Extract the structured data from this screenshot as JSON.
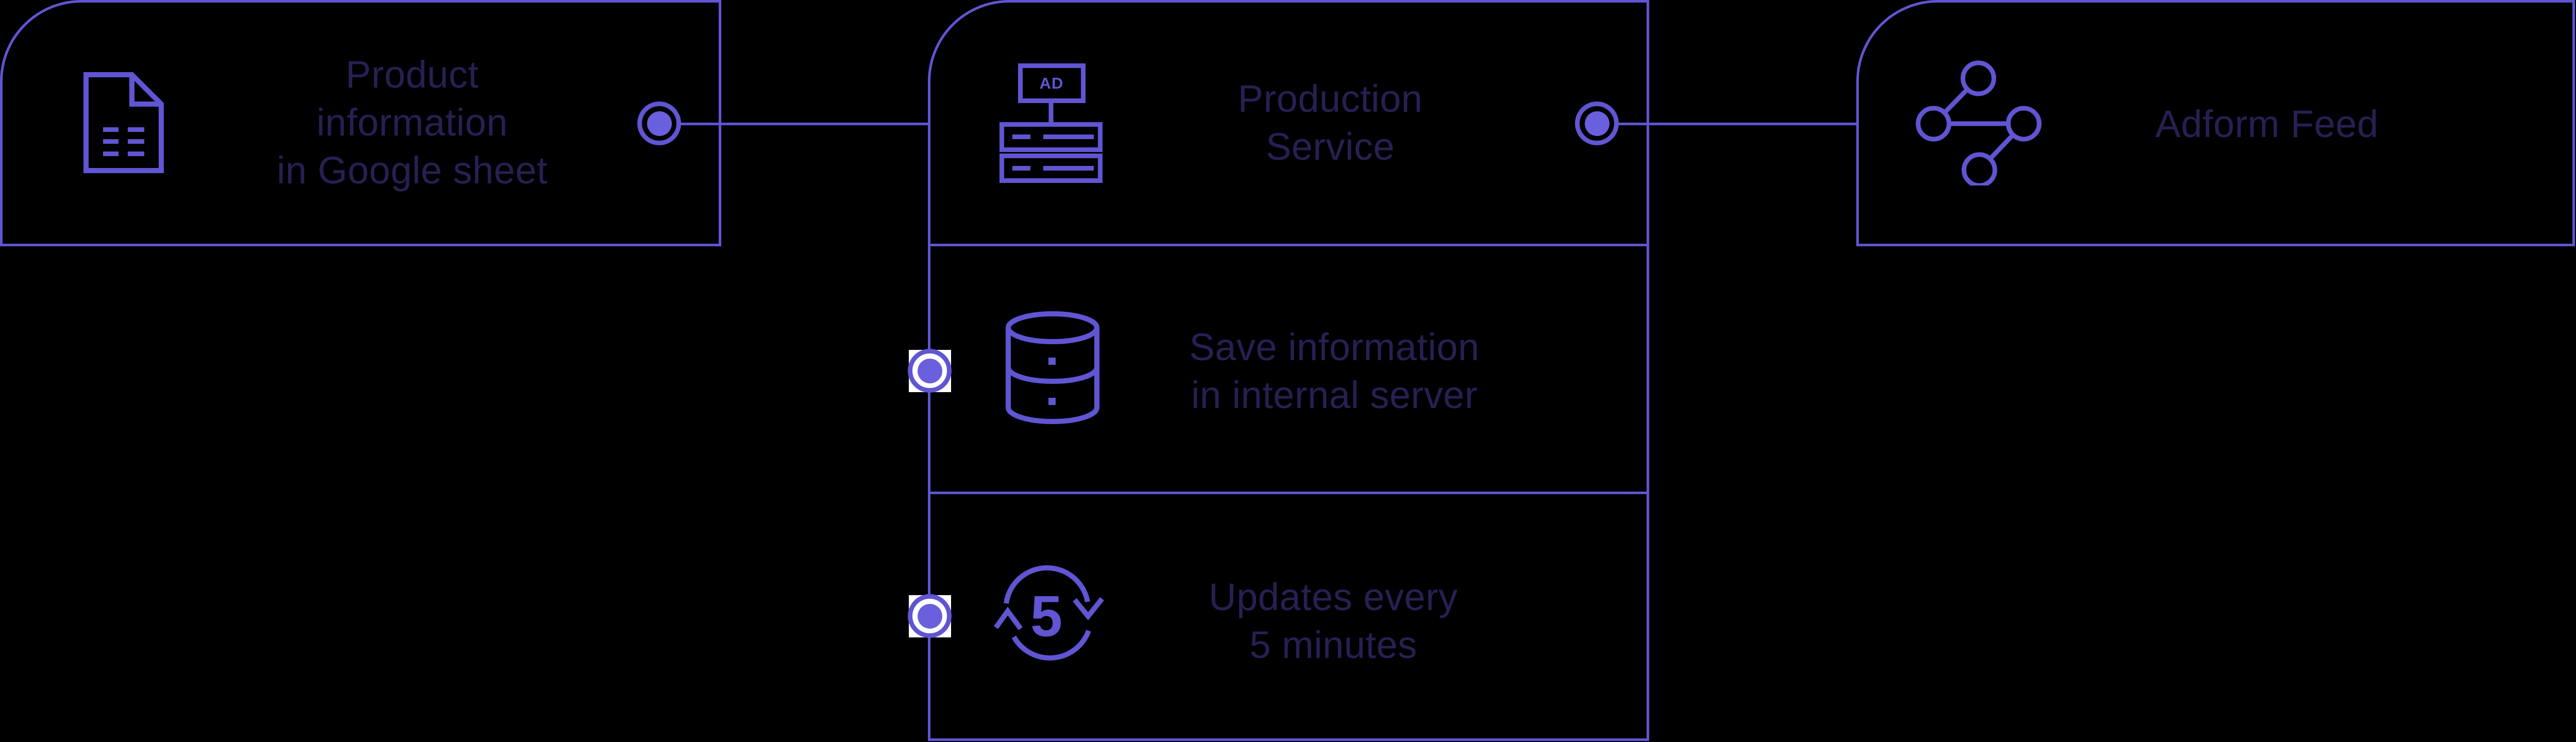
{
  "colors": {
    "accent": "#6055D2",
    "dot_fill": "#6A5FDC",
    "text": "#262053",
    "bg": "#000000",
    "white": "#FFFFFF"
  },
  "nodes": {
    "source": {
      "icon": "document-icon",
      "lines": [
        "Product",
        "information",
        "in Google sheet"
      ]
    },
    "production": {
      "icon": "ad-server-icon",
      "icon_label": "AD",
      "lines": [
        "Production",
        "Service"
      ]
    },
    "save": {
      "icon": "database-icon",
      "lines": [
        "Save information",
        "in internal server"
      ]
    },
    "updates": {
      "icon": "refresh-icon",
      "icon_label": "5",
      "lines": [
        "Updates every",
        "5 minutes"
      ]
    },
    "adform": {
      "icon": "network-icon",
      "lines": [
        "Adform Feed"
      ]
    }
  }
}
